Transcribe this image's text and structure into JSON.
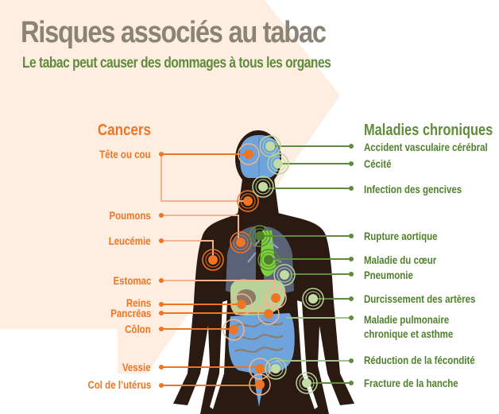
{
  "header": {
    "title": "Risques associés au tabac",
    "subtitle": "Le tabac peut causer des dommages à tous les organes"
  },
  "colors": {
    "cancer": "#ee7523",
    "chronic": "#5e8c3a",
    "title": "#8c8377",
    "background_shape": "#fdeee1",
    "body": "#2b1a12",
    "organs_blue": "#6fa3dc",
    "lungs": "#5a6277",
    "heart": "#7dd13a"
  },
  "cancers": {
    "heading": "Cancers",
    "items": [
      {
        "label": "Tête ou cou"
      },
      {
        "label": "Poumons"
      },
      {
        "label": "Leucémie"
      },
      {
        "label": "Estomac"
      },
      {
        "label": "Reins"
      },
      {
        "label": "Pancréas"
      },
      {
        "label": "Côlon"
      },
      {
        "label": "Vessie"
      },
      {
        "label": "Col de l’utérus"
      }
    ]
  },
  "chronic": {
    "heading": "Maladies chroniques",
    "items": [
      {
        "label": "Accident vasculaire cérébral"
      },
      {
        "label": "Cécité"
      },
      {
        "label": "Infection des gencives"
      },
      {
        "label": "Rupture aortique"
      },
      {
        "label": "Maladie du cœur"
      },
      {
        "label": "Pneumonie"
      },
      {
        "label": "Durcissement des artères"
      },
      {
        "label": "Maladie pulmonaire",
        "label2": "chronique et asthme"
      },
      {
        "label": "Réduction de la fécondité"
      },
      {
        "label": "Fracture de la hanche"
      }
    ]
  }
}
